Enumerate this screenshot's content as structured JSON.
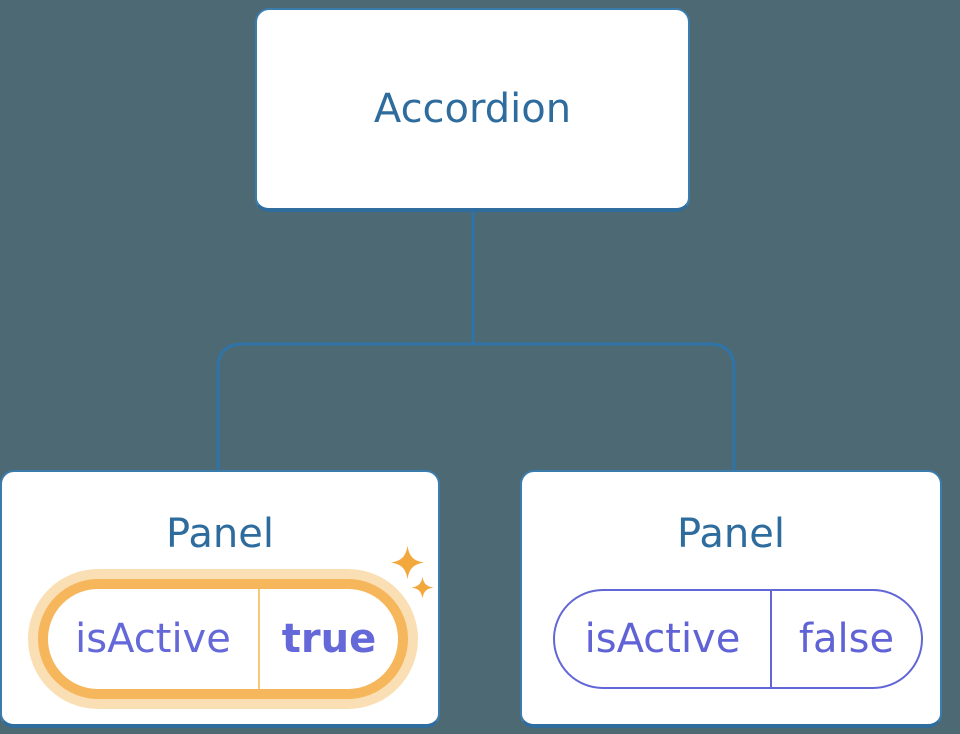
{
  "diagram": {
    "type": "component-tree",
    "root": {
      "label": "Accordion"
    },
    "children": [
      {
        "label": "Panel",
        "prop_name": "isActive",
        "prop_value": "true",
        "state": "active",
        "icon": "sparkles-icon"
      },
      {
        "label": "Panel",
        "prop_name": "isActive",
        "prop_value": "false",
        "state": "inactive"
      }
    ]
  },
  "colors": {
    "background": "#4d6974",
    "node_fill": "#ffffff",
    "node_border": "#3a7cab",
    "node_border_bottom": "#2e6d9e",
    "node_text": "#2e6c9e",
    "connector_line": "#2e74a8",
    "prop_text": "#6063d6",
    "prop_border": "#6366d6",
    "prop_value_active_text": "#524fd0",
    "highlight_ring": "#f6b65c",
    "highlight_glow": "#fbdfb4",
    "highlight_divider": "#f8c87e",
    "sparkle": "#f2a83d"
  }
}
